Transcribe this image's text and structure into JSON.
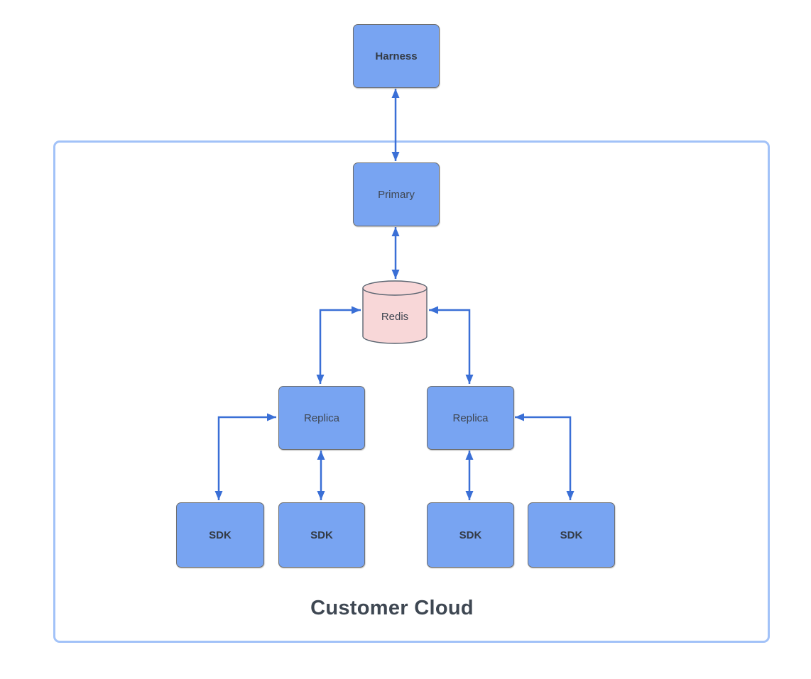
{
  "diagram": {
    "title": "Customer Cloud",
    "colors": {
      "node_fill": "#78a4f2",
      "node_border": "#6e6e6e",
      "redis_fill": "#f8d7d8",
      "redis_border": "#5a6470",
      "arrow": "#3a6fd6",
      "container_border": "#a2c2f8",
      "label": "#3f4651",
      "title_color": "#3e4752"
    },
    "nodes": {
      "harness": {
        "label": "Harness",
        "shape": "rectangle",
        "emphasis": "bold"
      },
      "primary": {
        "label": "Primary",
        "shape": "rectangle"
      },
      "redis": {
        "label": "Redis",
        "shape": "cylinder"
      },
      "replica_left": {
        "label": "Replica",
        "shape": "rectangle"
      },
      "replica_right": {
        "label": "Replica",
        "shape": "rectangle"
      },
      "sdk1": {
        "label": "SDK",
        "shape": "rectangle",
        "emphasis": "bold"
      },
      "sdk2": {
        "label": "SDK",
        "shape": "rectangle",
        "emphasis": "bold"
      },
      "sdk3": {
        "label": "SDK",
        "shape": "rectangle",
        "emphasis": "bold"
      },
      "sdk4": {
        "label": "SDK",
        "shape": "rectangle",
        "emphasis": "bold"
      }
    },
    "container": {
      "label": "Customer Cloud",
      "contains": [
        "Primary",
        "Redis",
        "Replica (left)",
        "Replica (right)",
        "SDK 1",
        "SDK 2",
        "SDK 3",
        "SDK 4"
      ]
    },
    "connections": [
      {
        "from": "Harness",
        "to": "Primary",
        "style": "bidirectional"
      },
      {
        "from": "Primary",
        "to": "Redis",
        "style": "bidirectional"
      },
      {
        "from": "Redis",
        "to": "Replica (left)",
        "style": "bidirectional",
        "route": "elbow"
      },
      {
        "from": "Redis",
        "to": "Replica (right)",
        "style": "bidirectional",
        "route": "elbow"
      },
      {
        "from": "Replica (left)",
        "to": "SDK 1",
        "style": "bidirectional",
        "route": "elbow"
      },
      {
        "from": "Replica (left)",
        "to": "SDK 2",
        "style": "bidirectional"
      },
      {
        "from": "Replica (right)",
        "to": "SDK 3",
        "style": "bidirectional"
      },
      {
        "from": "Replica (right)",
        "to": "SDK 4",
        "style": "bidirectional",
        "route": "elbow"
      }
    ]
  }
}
